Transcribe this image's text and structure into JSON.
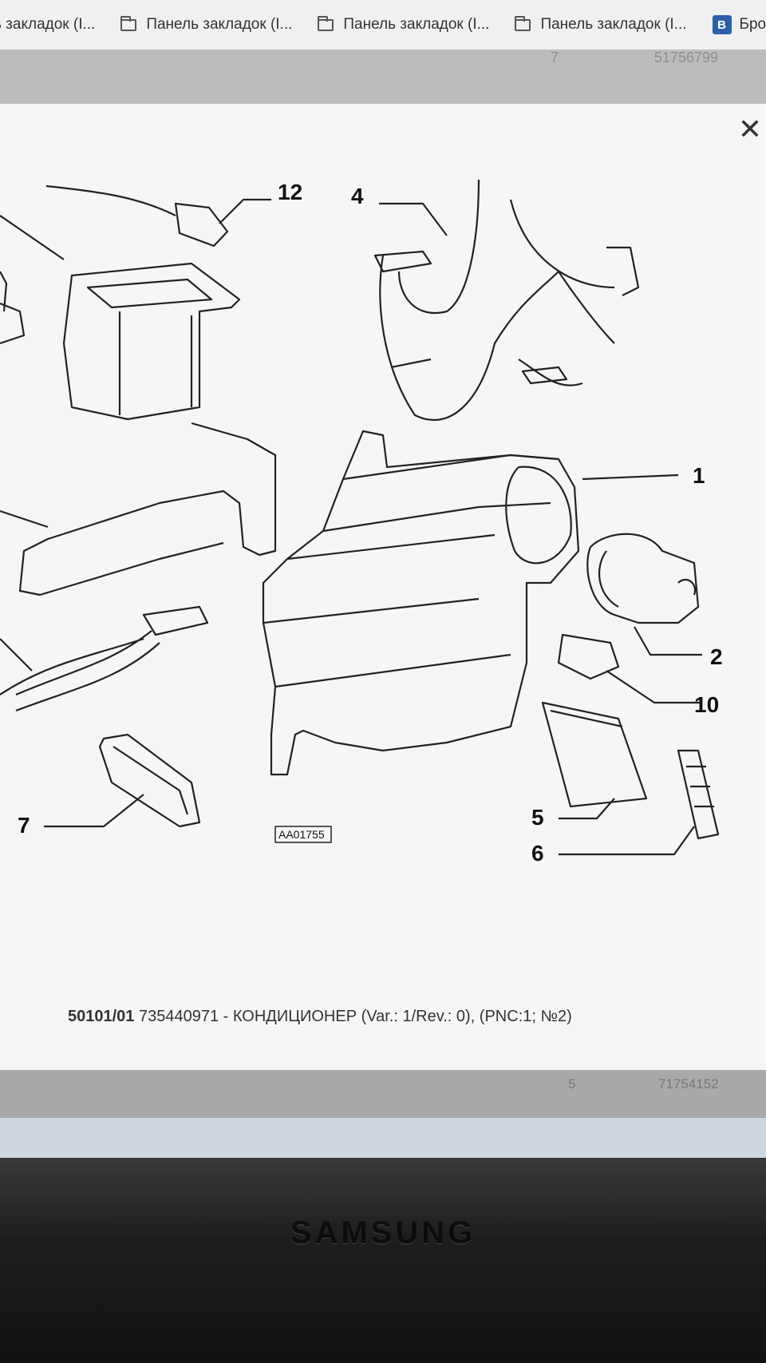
{
  "bookmarks": [
    {
      "label": "ь закладок (I..."
    },
    {
      "label": "Панель закладок (I..."
    },
    {
      "label": "Панель закладок (I..."
    },
    {
      "label": "Панель закладок (I..."
    },
    {
      "label": "Бронуван",
      "icon_letter": "B"
    }
  ],
  "background": {
    "top_ghost_num": "51756799",
    "top_ghost_qty": "7",
    "bottom_ghost_qty": "5",
    "bottom_ghost_num": "71754152"
  },
  "modal": {
    "close": "✕",
    "callouts": [
      "12",
      "4",
      "1",
      "2",
      "10",
      "5",
      "6",
      "7"
    ],
    "drawing_code": "AA01755",
    "caption_code": "50101/01",
    "caption_text": " 735440971 - КОНДИЦИОНЕР (Var.: 1/Rev.: 0), (PNC:1; №2)"
  },
  "monitor": {
    "brand": "SAMSUNG"
  }
}
